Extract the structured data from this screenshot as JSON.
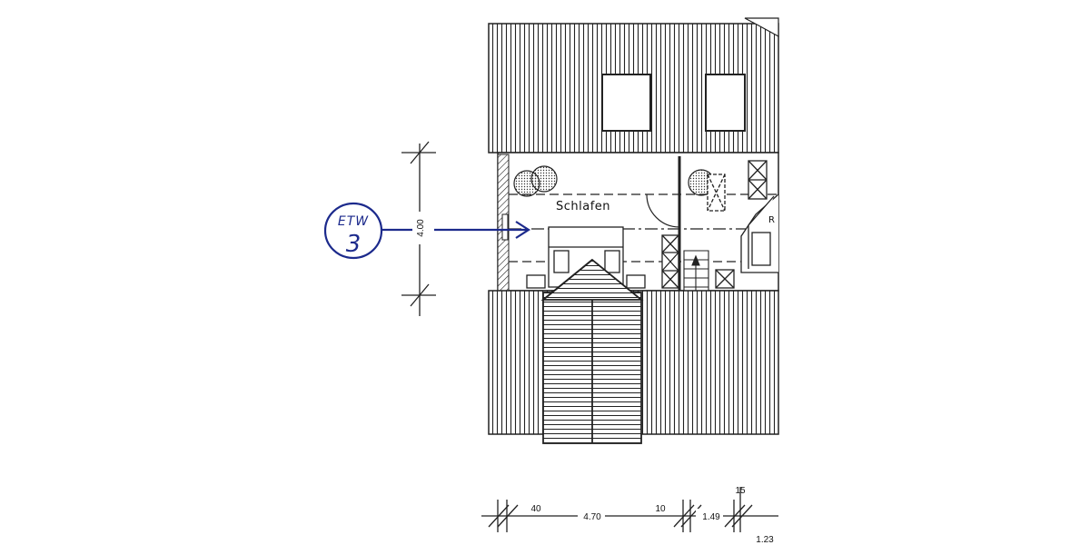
{
  "room_label": "Schlafen",
  "room_label_partial": "R",
  "marker": {
    "line1": "ETW",
    "line2": "3",
    "color": "#1c2a8c"
  },
  "dimensions": {
    "vertical": "4.00",
    "d1": "40",
    "d2": "4.70",
    "d3": "10",
    "d4": "1.49",
    "d5": "15",
    "d6": "1.23"
  }
}
